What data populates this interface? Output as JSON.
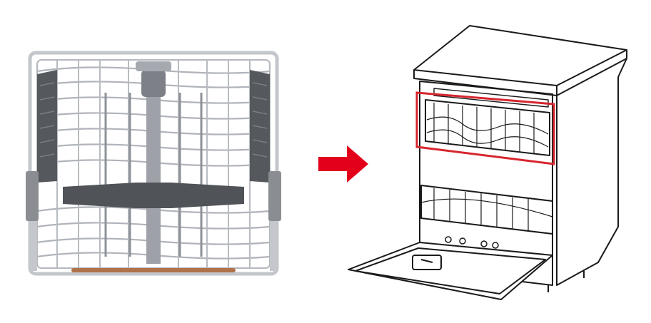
{
  "diagram": {
    "left_image": "upper-basket-photo",
    "connector": "right-arrow-icon",
    "right_image": "dishwasher-line-drawing",
    "highlight": "upper-basket-location"
  },
  "colors": {
    "arrow": "#e3001b",
    "highlight": "#d7262e",
    "rack_wire": "#a9adb3",
    "rack_frame": "#bfc3c8",
    "rack_dark": "#5a5d62",
    "outline": "#1a1a1a"
  }
}
